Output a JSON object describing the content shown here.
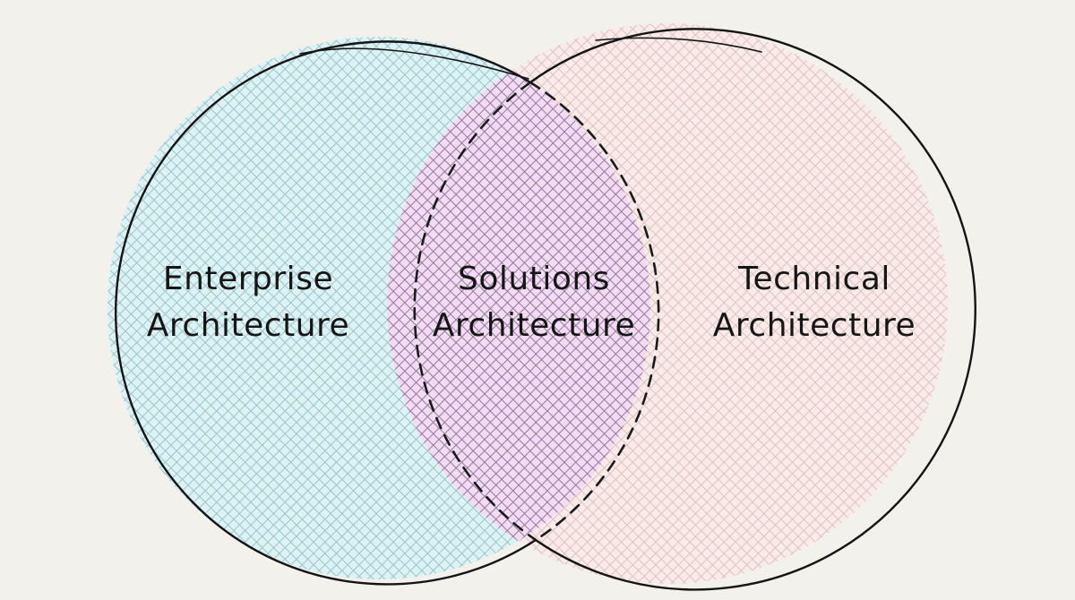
{
  "diagram": {
    "type": "venn",
    "background_color": "#f3f1ec",
    "sets": [
      {
        "id": "enterprise",
        "line1": "Enterprise",
        "line2": "Architecture",
        "fill_color": "#d9f1f3",
        "hatch_color": "#9dbfc6",
        "outline": "solid"
      },
      {
        "id": "technical",
        "line1": "Technical",
        "line2": "Architecture",
        "fill_color": "#f8e6e4",
        "hatch_color": "#d7bcb8",
        "outline": "solid"
      }
    ],
    "intersection": {
      "id": "solutions",
      "line1": "Solutions",
      "line2": "Architecture",
      "fill_color": "#ecd6f0",
      "hatch_color": "#8e6f96",
      "outline": "dashed"
    }
  }
}
